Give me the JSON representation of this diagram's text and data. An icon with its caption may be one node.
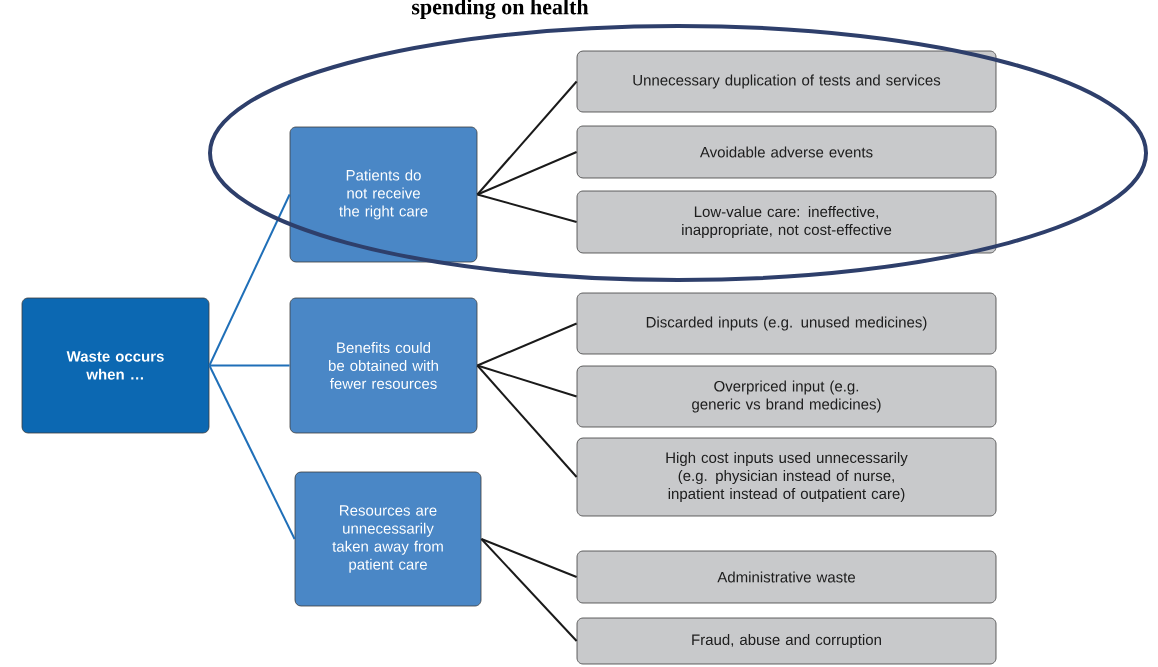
{
  "diagram": {
    "title": "spending on health",
    "nodes": [
      {
        "text": [
          "Waste occurs when …"
        ]
      },
      {
        "text": [
          "Patients do not receive the right care"
        ]
      },
      {
        "text": [
          "Benefits could be obtained with fewer resources"
        ]
      },
      {
        "text": [
          "Resources are unnecessarily taken away from patient care"
        ]
      },
      {
        "text": [
          "Unnecessary duplication of tests and services"
        ]
      },
      {
        "text": [
          "Avoidable adverse events"
        ]
      },
      {
        "text": [
          "Low-value care: ineffective, inappropriate, not cost-effective"
        ]
      },
      {
        "text": [
          "Discarded inputs (e.g. unused medicines)"
        ]
      },
      {
        "text": [
          "Overpriced input (e.g. generic vs brand medicines)"
        ]
      },
      {
        "text": [
          "High cost inputs used unnecessarily (e.g. physician instead of nurse, inpatient instead of outpatient care)"
        ]
      },
      {
        "text": [
          "Administrative waste"
        ]
      },
      {
        "text": [
          "Fraud, abuse and corruption"
        ]
      }
    ],
    "edges": [
      {
        "from": 0,
        "to": 1,
        "arrow": "none",
        "color": "#1f6fb8"
      },
      {
        "from": 0,
        "to": 2,
        "arrow": "none",
        "color": "#1f6fb8"
      },
      {
        "from": 0,
        "to": 3,
        "arrow": "none",
        "color": "#1f6fb8"
      },
      {
        "from": 1,
        "to": 4,
        "arrow": "none"
      },
      {
        "from": 1,
        "to": 5,
        "arrow": "none"
      },
      {
        "from": 1,
        "to": 6,
        "arrow": "none"
      },
      {
        "from": 2,
        "to": 7,
        "arrow": "none"
      },
      {
        "from": 2,
        "to": 8,
        "arrow": "none"
      },
      {
        "from": 2,
        "to": 9,
        "arrow": "none"
      },
      {
        "from": 3,
        "to": 10,
        "arrow": "none"
      },
      {
        "from": 3,
        "to": 11,
        "arrow": "none"
      }
    ]
  }
}
